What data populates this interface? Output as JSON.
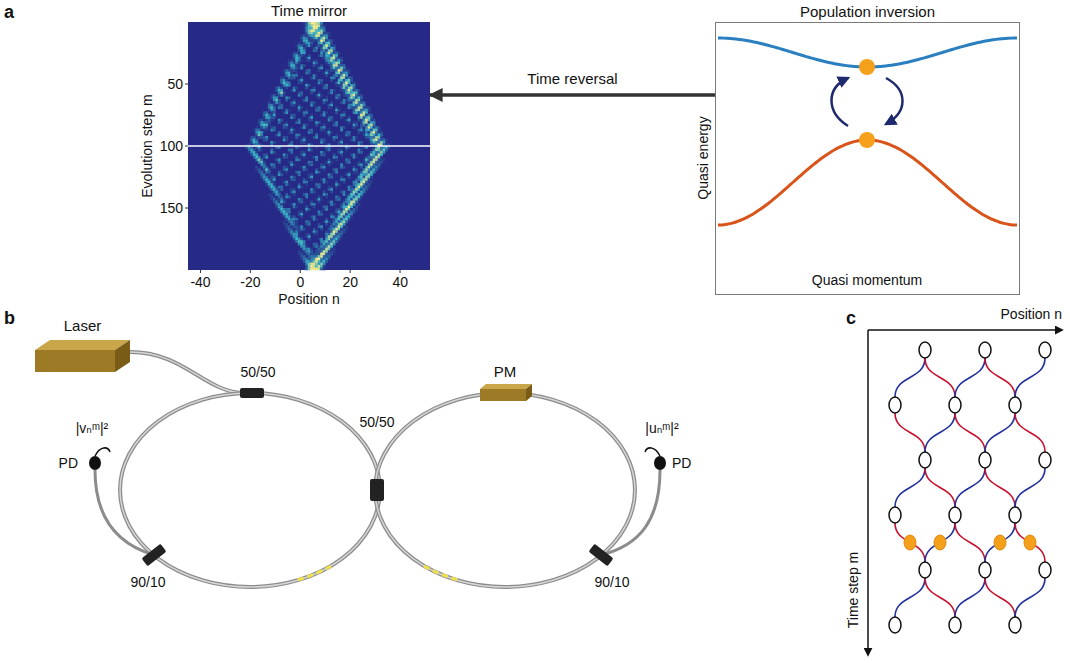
{
  "diagram": {
    "nodes": [
      {
        "text": [
          "Time mirror"
        ]
      },
      {
        "text": [
          "Population inversion"
        ]
      },
      {
        "text": [
          "Laser"
        ]
      },
      {
        "text": [
          "PM"
        ]
      }
    ],
    "edges": [
      {
        "from": 1,
        "to": 0,
        "label": "Time reversal",
        "arrow": "to"
      }
    ],
    "labels": [
      "a",
      "50",
      "100",
      "150",
      "-40",
      "-20",
      "0",
      "20",
      "40",
      "Evolution step m",
      "Position n",
      "Quasi energy",
      "Quasi momentum",
      "b",
      "50/50",
      "50/50",
      "90/10",
      "90/10",
      "PD",
      "PD",
      "|vₙᵐ|²",
      "|uₙᵐ|²",
      "c",
      "Position n",
      "Time step m"
    ]
  }
}
